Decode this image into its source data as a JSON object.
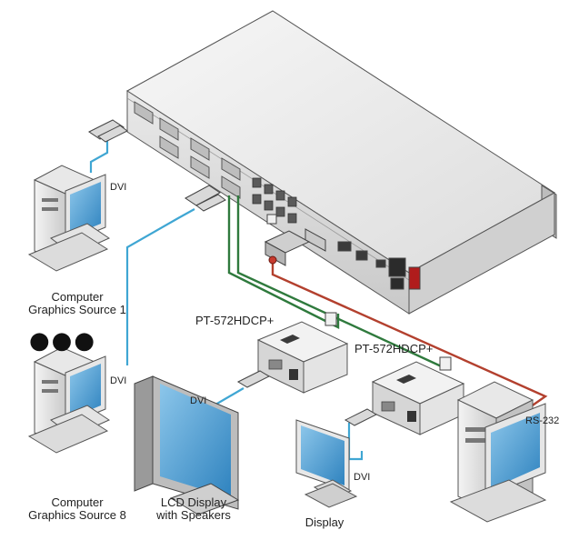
{
  "colors": {
    "dvi_cable": "#3fa6d3",
    "network_cable": "#2f7a3d",
    "rs232_cable": "#b3402e",
    "device_body": "#f1f1f1",
    "device_edge": "#6b6b6b",
    "screen_blue": "#5ca9d8"
  },
  "icons": [
    "rack-unit",
    "computer",
    "lcd-display",
    "monitor",
    "tp-transmitter",
    "dvi-connector",
    "rj45-connector",
    "db9-connector"
  ],
  "labels": {
    "dvi_source1": "DVI",
    "source1_line1": "Computer",
    "source1_line2": "Graphics Source 1",
    "ellipsis": "●●●",
    "dvi_source8": "DVI",
    "source8_line1": "Computer",
    "source8_line2": "Graphics Source 8",
    "dvi_lcd": "DVI",
    "lcd_line1": "LCD Display",
    "lcd_line2": "with Speakers",
    "pt_left": "PT-572HDCP+",
    "pt_right": "PT-572HDCP+",
    "dvi_display": "DVI",
    "display": "Display",
    "rs232": "RS-232"
  }
}
